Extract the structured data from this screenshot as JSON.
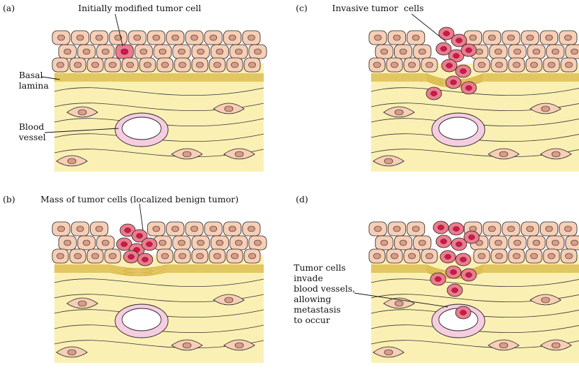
{
  "panels": [
    {
      "id": "a",
      "tag": "(a)",
      "caption": "Initially modified tumor cell"
    },
    {
      "id": "b",
      "tag": "(b)",
      "caption": "Mass of tumor cells (localized benign tumor)"
    },
    {
      "id": "c",
      "tag": "(c)",
      "caption": "Invasive tumor  cells"
    },
    {
      "id": "d",
      "tag": "(d)",
      "caption": "Tumor cells\ninvade\nblood vessels,\nallowing\nmetastasis\nto occur"
    }
  ],
  "labels": {
    "basal_lamina": "Basal\nlamina",
    "blood_vessel": "Blood\nvessel"
  },
  "colors": {
    "stroma": "#fbf0b4",
    "normal_cell": "#f7cfb6",
    "nucleus": "#d99c86",
    "tumor_cell": "#ec7c8c",
    "tumor_nucleus": "#d4144a",
    "lamina": "#c99b10",
    "vessel_wall": "#f6cde0"
  }
}
